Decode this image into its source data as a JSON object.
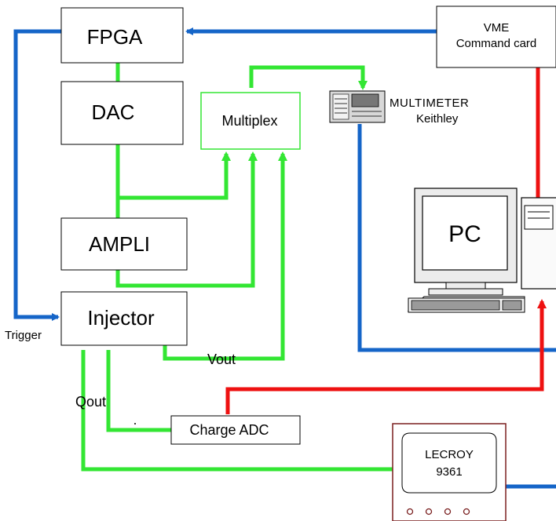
{
  "blocks": {
    "fpga": "FPGA",
    "dac": "DAC",
    "ampli": "AMPLI",
    "injector": "Injector",
    "multiplex": "Multiplex",
    "vme_line1": "VME",
    "vme_line2": "Command card",
    "multimeter_line1": "MULTIMETER",
    "multimeter_line2": "Keithley",
    "pc": "PC",
    "charge_adc": "Charge ADC",
    "lecroy_line1": "LECROY",
    "lecroy_line2": "9361"
  },
  "signals": {
    "trigger": "Trigger",
    "vout": "Vout",
    "qout": "Qout"
  },
  "colors": {
    "blue": "#1565c8",
    "green": "#33e633",
    "red": "#ee1111",
    "lecroy_frame": "#7a1f1f"
  }
}
